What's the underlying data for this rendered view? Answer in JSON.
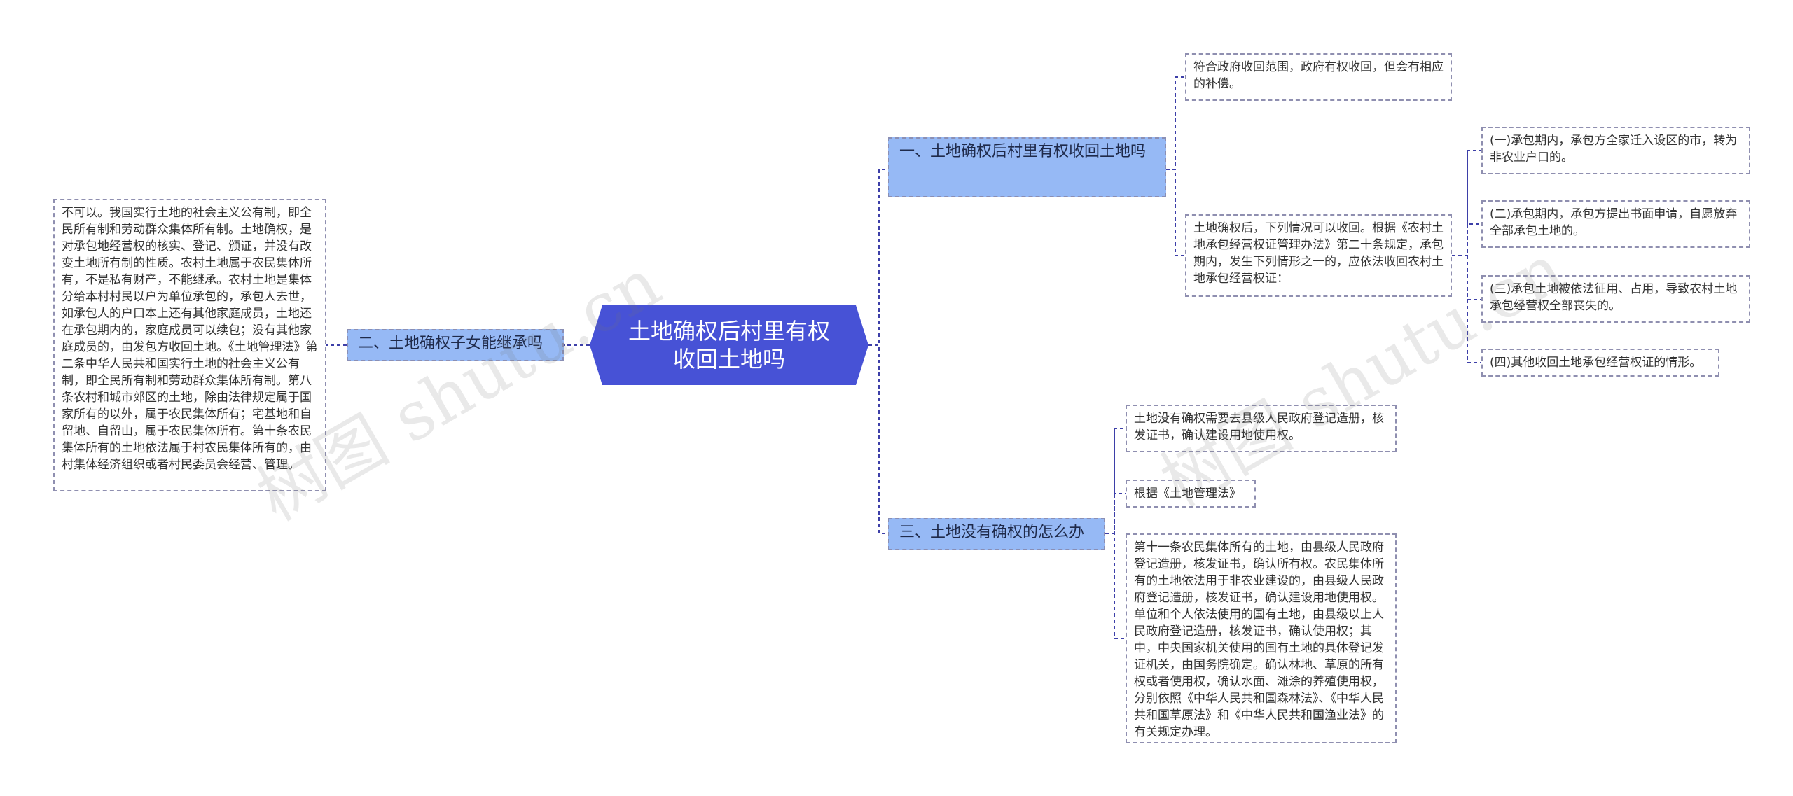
{
  "root": {
    "label": "土地确权后村里有权收回土地吗"
  },
  "branches": {
    "b1": {
      "label": "一、土地确权后村里有权收回土地吗"
    },
    "b2": {
      "label": "二、土地确权子女能继承吗"
    },
    "b3": {
      "label": "三、土地没有确权的怎么办"
    }
  },
  "leaves": {
    "l1a": "符合政府收回范围，政府有权收回，但会有相应的补偿。",
    "l1b": "土地确权后，下列情况可以收回。根据《农村土地承包经营权证管理办法》第二十条规定，承包期内，发生下列情形之一的，应依法收回农村土地承包经营权证：",
    "l1b1": "(一)承包期内，承包方全家迁入设区的市，转为非农业户口的。",
    "l1b2": "(二)承包期内，承包方提出书面申请，自愿放弃全部承包土地的。",
    "l1b3": "(三)承包土地被依法征用、占用，导致农村土地承包经营权全部丧失的。",
    "l1b4": "(四)其他收回土地承包经营权证的情形。",
    "l2a": "不可以。我国实行土地的社会主义公有制，即全民所有制和劳动群众集体所有制。土地确权，是对承包地经营权的核实、登记、颁证，并没有改变土地所有制的性质。农村土地属于农民集体所有，不是私有财产，不能继承。农村土地是集体分给本村村民以户为单位承包的，承包人去世，如承包人的户口本上还有其他家庭成员，土地还在承包期内的，家庭成员可以续包；没有其他家庭成员的，由发包方收回土地。《土地管理法》第二条中华人民共和国实行土地的社会主义公有制，即全民所有制和劳动群众集体所有制。第八条农村和城市郊区的土地，除由法律规定属于国家所有的以外，属于农民集体所有；宅基地和自留地、自留山，属于农民集体所有。第十条农民集体所有的土地依法属于村农民集体所有的，由村集体经济组织或者村民委员会经营、管理。",
    "l3a": "土地没有确权需要去县级人民政府登记造册，核发证书，确认建设用地使用权。",
    "l3b": "根据《土地管理法》",
    "l3c": "第十一条农民集体所有的土地，由县级人民政府登记造册，核发证书，确认所有权。农民集体所有的土地依法用于非农业建设的，由县级人民政府登记造册，核发证书，确认建设用地使用权。单位和个人依法使用的国有土地，由县级以上人民政府登记造册，核发证书，确认使用权；其中，中央国家机关使用的国有土地的具体登记发证机关，由国务院确定。确认林地、草原的所有权或者使用权，确认水面、滩涂的养殖使用权，分别依照《中华人民共和国森林法》、《中华人民共和国草原法》和《中华人民共和国渔业法》的有关规定办理。"
  },
  "watermarks": [
    "树图 shutu.cn",
    "树图 shutu.cn"
  ],
  "colors": {
    "root": "#4752d6",
    "branch": "#96b9f5",
    "line": "#3d3fa8"
  }
}
